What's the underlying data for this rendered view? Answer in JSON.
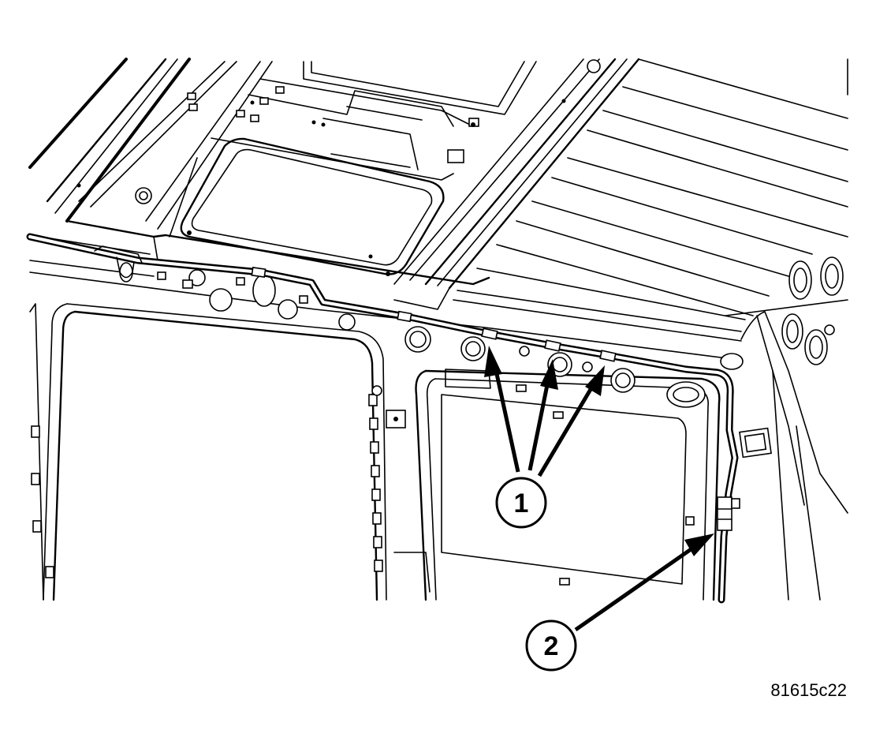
{
  "callouts": [
    {
      "number": "1"
    },
    {
      "number": "2"
    }
  ],
  "figure_id": "81615c22",
  "colors": {
    "ink": "#000000",
    "paper": "#ffffff"
  }
}
